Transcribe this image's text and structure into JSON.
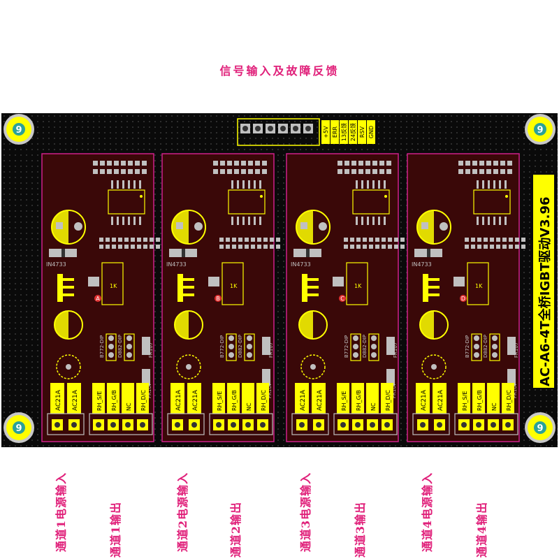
{
  "header": {
    "title": "信号输入及故障反馈"
  },
  "connector": {
    "pins": [
      "+5V",
      "ERR",
      "13反馈",
      "24反馈",
      "RSV",
      "GND"
    ]
  },
  "board": {
    "title": "AC-A6-4T全桥IGBT驱动V3.96"
  },
  "channels": [
    {
      "id": "A",
      "resistor": "1K",
      "zener": "IN4733",
      "dip1": "B772-DIP",
      "dip2": "D882-DIP",
      "diode": "FR107",
      "power_pins": [
        "AC21A",
        "AC21A"
      ],
      "out_pins": [
        "RH_S/E",
        "RH_G/B",
        "NC",
        "RH_D/C"
      ],
      "power_label": "通道1电源输入",
      "out_label": "通道1输出"
    },
    {
      "id": "B",
      "resistor": "1K",
      "zener": "IN4733",
      "dip1": "B772-DIP",
      "dip2": "D882-DIP",
      "diode": "FR107",
      "power_pins": [
        "AC21A",
        "AC21A"
      ],
      "out_pins": [
        "RH_S/E",
        "RH_G/B",
        "NC",
        "RH_D/C"
      ],
      "power_label": "通道2电源输入",
      "out_label": "通道2输出"
    },
    {
      "id": "C",
      "resistor": "1K",
      "zener": "IN4733",
      "dip1": "B772-DIP",
      "dip2": "D882-DIP",
      "diode": "FR107",
      "power_pins": [
        "AC21A",
        "AC21A"
      ],
      "out_pins": [
        "RH_S/E",
        "RH_G/B",
        "NC",
        "RH_D/C"
      ],
      "power_label": "通道3电源输入",
      "out_label": "通道3输出"
    },
    {
      "id": "D",
      "resistor": "1K",
      "zener": "IN4733",
      "dip1": "B772-DIP",
      "dip2": "D882-DIP",
      "diode": "FR107",
      "power_pins": [
        "AC21A",
        "AC21A"
      ],
      "out_pins": [
        "RH_S/E",
        "RH_G/B",
        "NC",
        "RH_D/C"
      ],
      "power_label": "通道4电源输入",
      "out_label": "通道4输出"
    }
  ],
  "mounting_holes": [
    "top-left",
    "top-right",
    "bottom-left",
    "bottom-right"
  ],
  "colors": {
    "board": "#0a0a0a",
    "copper_yellow": "#ffff00",
    "outline_magenta": "#d0208a",
    "pad_gray": "#c0c0c0",
    "label_pink": "#e0207a",
    "channel_area": "#3a0808"
  }
}
